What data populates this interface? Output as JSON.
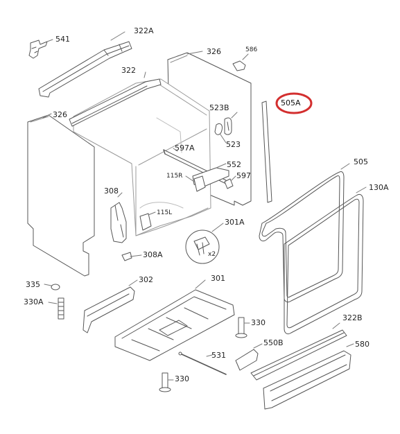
{
  "diagram": {
    "highlight_color": "#d32f2f",
    "line_color": "#555555",
    "fill_color": "#ffffff",
    "part_labels": [
      {
        "key": "p541",
        "text": "541"
      },
      {
        "key": "p322A",
        "text": "322A"
      },
      {
        "key": "p326a",
        "text": "326"
      },
      {
        "key": "p586",
        "text": "586"
      },
      {
        "key": "p322",
        "text": "322"
      },
      {
        "key": "p326b",
        "text": "326"
      },
      {
        "key": "p523B",
        "text": "523B"
      },
      {
        "key": "p505A",
        "text": "505A",
        "highlighted": true
      },
      {
        "key": "p523",
        "text": "523"
      },
      {
        "key": "p597A",
        "text": "597A"
      },
      {
        "key": "p552",
        "text": "552"
      },
      {
        "key": "p115R",
        "text": "115R"
      },
      {
        "key": "p597",
        "text": "597"
      },
      {
        "key": "p505",
        "text": "505"
      },
      {
        "key": "p130A",
        "text": "130A"
      },
      {
        "key": "p308",
        "text": "308"
      },
      {
        "key": "p115L",
        "text": "115L"
      },
      {
        "key": "p301A",
        "text": "301A"
      },
      {
        "key": "px2",
        "text": "x2"
      },
      {
        "key": "p308A",
        "text": "308A"
      },
      {
        "key": "p335",
        "text": "335"
      },
      {
        "key": "p302",
        "text": "302"
      },
      {
        "key": "p301",
        "text": "301"
      },
      {
        "key": "p330A",
        "text": "330A"
      },
      {
        "key": "p330a",
        "text": "330"
      },
      {
        "key": "p322B",
        "text": "322B"
      },
      {
        "key": "p550B",
        "text": "550B"
      },
      {
        "key": "p580",
        "text": "580"
      },
      {
        "key": "p531",
        "text": "531"
      },
      {
        "key": "p330b",
        "text": "330"
      }
    ]
  }
}
